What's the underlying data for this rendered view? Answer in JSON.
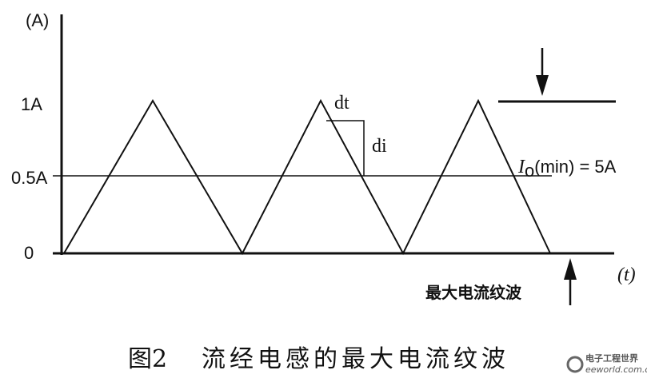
{
  "axis": {
    "y_unit": "(A)",
    "x_unit": "(t)",
    "ticks": [
      {
        "text": "1A"
      },
      {
        "text": "0.5A"
      },
      {
        "text": "0"
      }
    ]
  },
  "annotations": {
    "dt": "dt",
    "di": "di",
    "io_label": "I",
    "io_sub": "o",
    "io_rest": "(min) = 5A",
    "ripple_label": "最大电流纹波"
  },
  "caption": {
    "number": "图2",
    "text": "流经电感的最大电流纹波"
  },
  "watermark": {
    "name": "电子工程世界",
    "url": "eeworld.com.cn"
  }
}
